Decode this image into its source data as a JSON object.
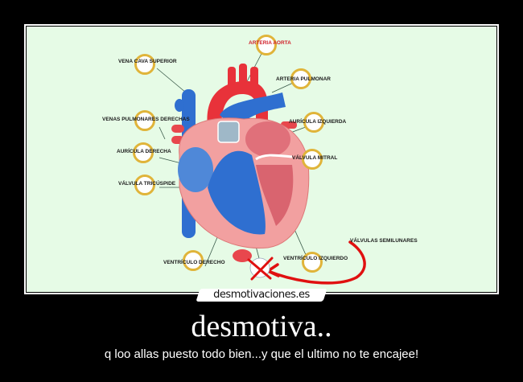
{
  "poster": {
    "diagram_labels": {
      "vena_cava_superior": "VENA CAVA SUPERIOR",
      "arteria_aorta": "ARTERIA AORTA",
      "arteria_pulmonar": "ARTERIA PULMONAR",
      "venas_pulmonares_derechas": "VENAS PULMONARES DERECHAS",
      "auricula_izquierda": "AURÍCULA IZQUIERDA",
      "auricula_derecha": "AURÍCULA DERECHA",
      "valvula_mitral": "VÁLVULA MITRAL",
      "valvula_tricuspide": "VÁLVULA TRICÚSPIDE",
      "valvulas_semilunares": "VÁLVULAS SEMILUNARES",
      "ventriculo_izquierdo": "VENTRÍCULO IZQUIERDO",
      "ventriculo_derecho": "VENTRÍCULO DERECHO"
    },
    "colors": {
      "background": "#e6fbe6",
      "ring": "#e0b43a",
      "annotation_red": "#e01010",
      "artery_red": "#e8323a",
      "vein_blue": "#2f6fd0",
      "muscle_pink": "#f2a0a0"
    }
  },
  "watermark": {
    "text": "desmotivaciones.es"
  },
  "caption": {
    "title": "desmotiva..",
    "subtitle": "q loo allas puesto todo bien...y que el ultimo no te encajee!"
  }
}
